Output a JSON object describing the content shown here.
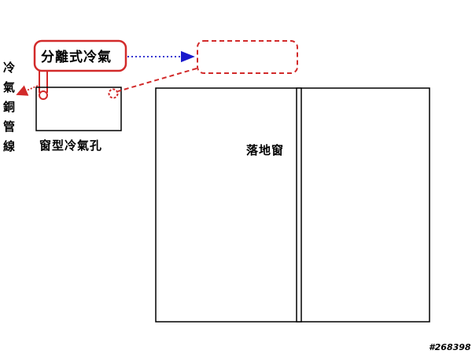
{
  "labels": {
    "split_ac": "分離式冷氣",
    "copper_pipe": [
      "冷",
      "氣",
      "銅",
      "管",
      "線"
    ],
    "window_ac_hole": "窗型冷氣孔",
    "floor_window": "落地窗"
  },
  "watermark": "#268398",
  "colors": {
    "accent_red": "#d22a2a",
    "arrow_blue": "#1a1acc",
    "line_black": "#000000"
  }
}
